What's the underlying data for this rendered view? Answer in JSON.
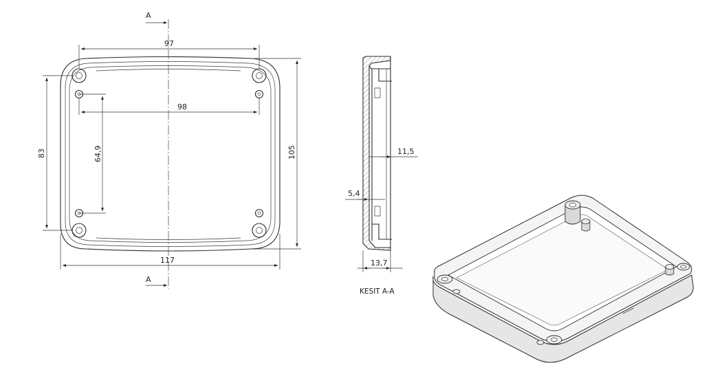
{
  "front_view": {
    "section_label_top": "A",
    "section_label_bottom": "A",
    "dim_top_width": "97",
    "dim_hole_spacing_horizontal": "98",
    "dim_overall_width": "117",
    "dim_hole_spacing_vertical_outer": "83",
    "dim_hole_spacing_vertical_inner": "64,9",
    "dim_overall_height": "105"
  },
  "section_view": {
    "title": "KESIT A-A",
    "dim_wall_height": "11,5",
    "dim_step": "5,4",
    "dim_total_depth": "13,7"
  },
  "iso_view": {}
}
